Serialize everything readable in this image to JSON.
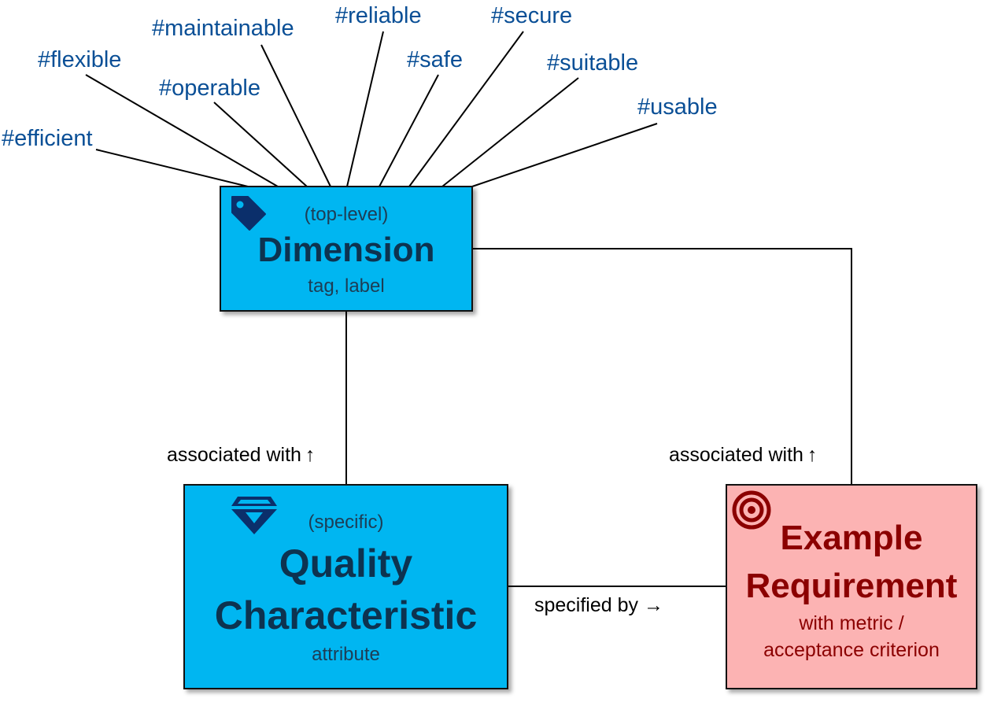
{
  "tags": [
    "#efficient",
    "#flexible",
    "#operable",
    "#maintainable",
    "#reliable",
    "#safe",
    "#secure",
    "#suitable",
    "#usable"
  ],
  "dimension": {
    "qualifier": "(top-level)",
    "title": "Dimension",
    "subtitle": "tag, label",
    "icon": "tag-icon"
  },
  "quality_characteristic": {
    "qualifier": "(specific)",
    "title_line1": "Quality",
    "title_line2": "Characteristic",
    "subtitle": "attribute",
    "icon": "diamond-icon"
  },
  "example_requirement": {
    "title_line1": "Example",
    "title_line2": "Requirement",
    "subtitle_line1": "with metric /",
    "subtitle_line2": "acceptance criterion",
    "icon": "target-icon"
  },
  "edges": {
    "qc_to_dimension": "associated with ↑",
    "req_to_dimension": "associated with ↑",
    "qc_to_req": "specified by →"
  },
  "colors": {
    "blue_box": "#00b6f1",
    "red_box": "#fcb3b3",
    "tag_text": "#0a4f96",
    "requirement_text": "#8b0000"
  }
}
